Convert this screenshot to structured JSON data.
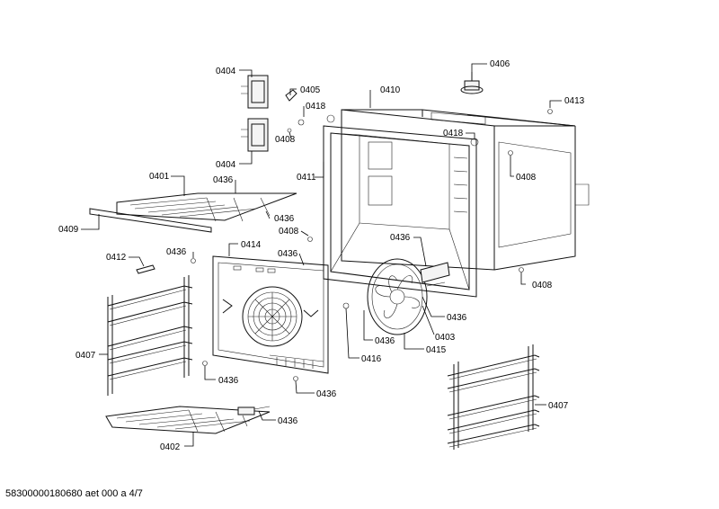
{
  "footer": "58300000180680 aet 000 a 4/7",
  "callouts": {
    "p0404_top": "0404",
    "p0404_bottom": "0404",
    "p0405": "0405",
    "p0418_a": "0418",
    "p0408_a": "0408",
    "p0410": "0410",
    "p0406": "0406",
    "p0413": "0413",
    "p0418_b": "0418",
    "p0408_b": "0408",
    "p0411": "0411",
    "p0401": "0401",
    "p0436_a": "0436",
    "p0436_b": "0436",
    "p0409": "0409",
    "p0408_c": "0408",
    "p0412": "0412",
    "p0436_c": "0436",
    "p0414": "0414",
    "p0436_d": "0436",
    "p0436_e": "0436",
    "p0408_d": "0408",
    "p0436_f": "0436",
    "p0403": "0403",
    "p0436_g": "0436",
    "p0415": "0415",
    "p0416": "0416",
    "p0407_left": "0407",
    "p0436_h": "0436",
    "p0436_i": "0436",
    "p0436_j": "0436",
    "p0407_right": "0407",
    "p0402": "0402"
  }
}
